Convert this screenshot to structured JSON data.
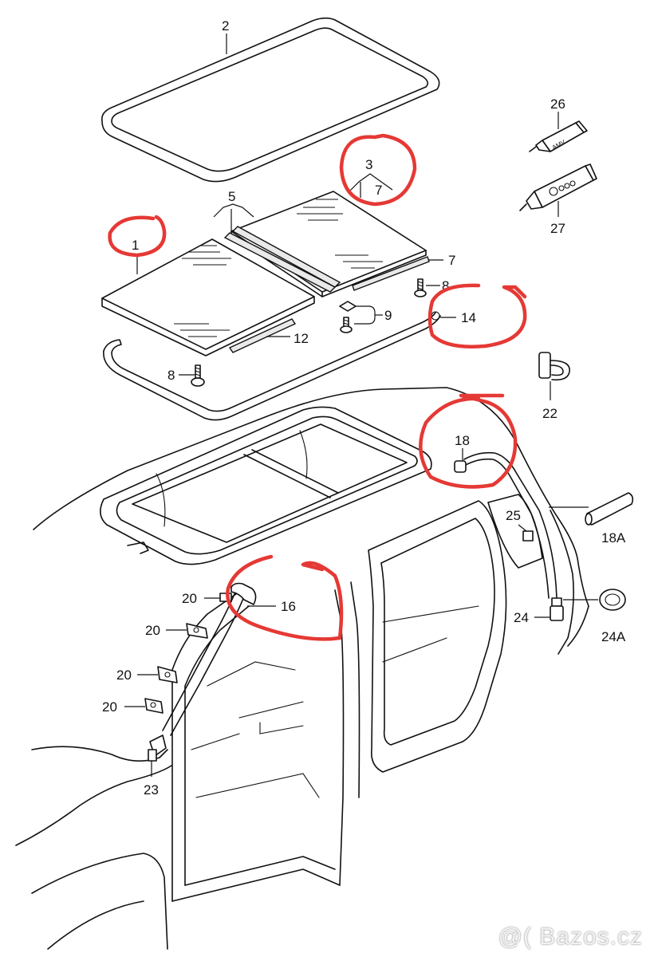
{
  "labels": {
    "l2": "2",
    "l3": "3",
    "l7a": "7",
    "l5": "5",
    "l1": "1",
    "l7b": "7",
    "l8a": "8",
    "l9": "9",
    "l14": "14",
    "l12": "12",
    "l8b": "8",
    "l26": "26",
    "l27": "27",
    "l22": "22",
    "l18": "18",
    "l18a": "18A",
    "l25": "25",
    "l20a": "20",
    "l16": "16",
    "l20b": "20",
    "l20c": "20",
    "l20d": "20",
    "l23": "23",
    "l24": "24",
    "l24a": "24A"
  },
  "tube_text": "AMV",
  "watermark": "@( Bazos.cz",
  "colors": {
    "line": "#111111",
    "highlight": "#e53935",
    "background": "#ffffff"
  }
}
